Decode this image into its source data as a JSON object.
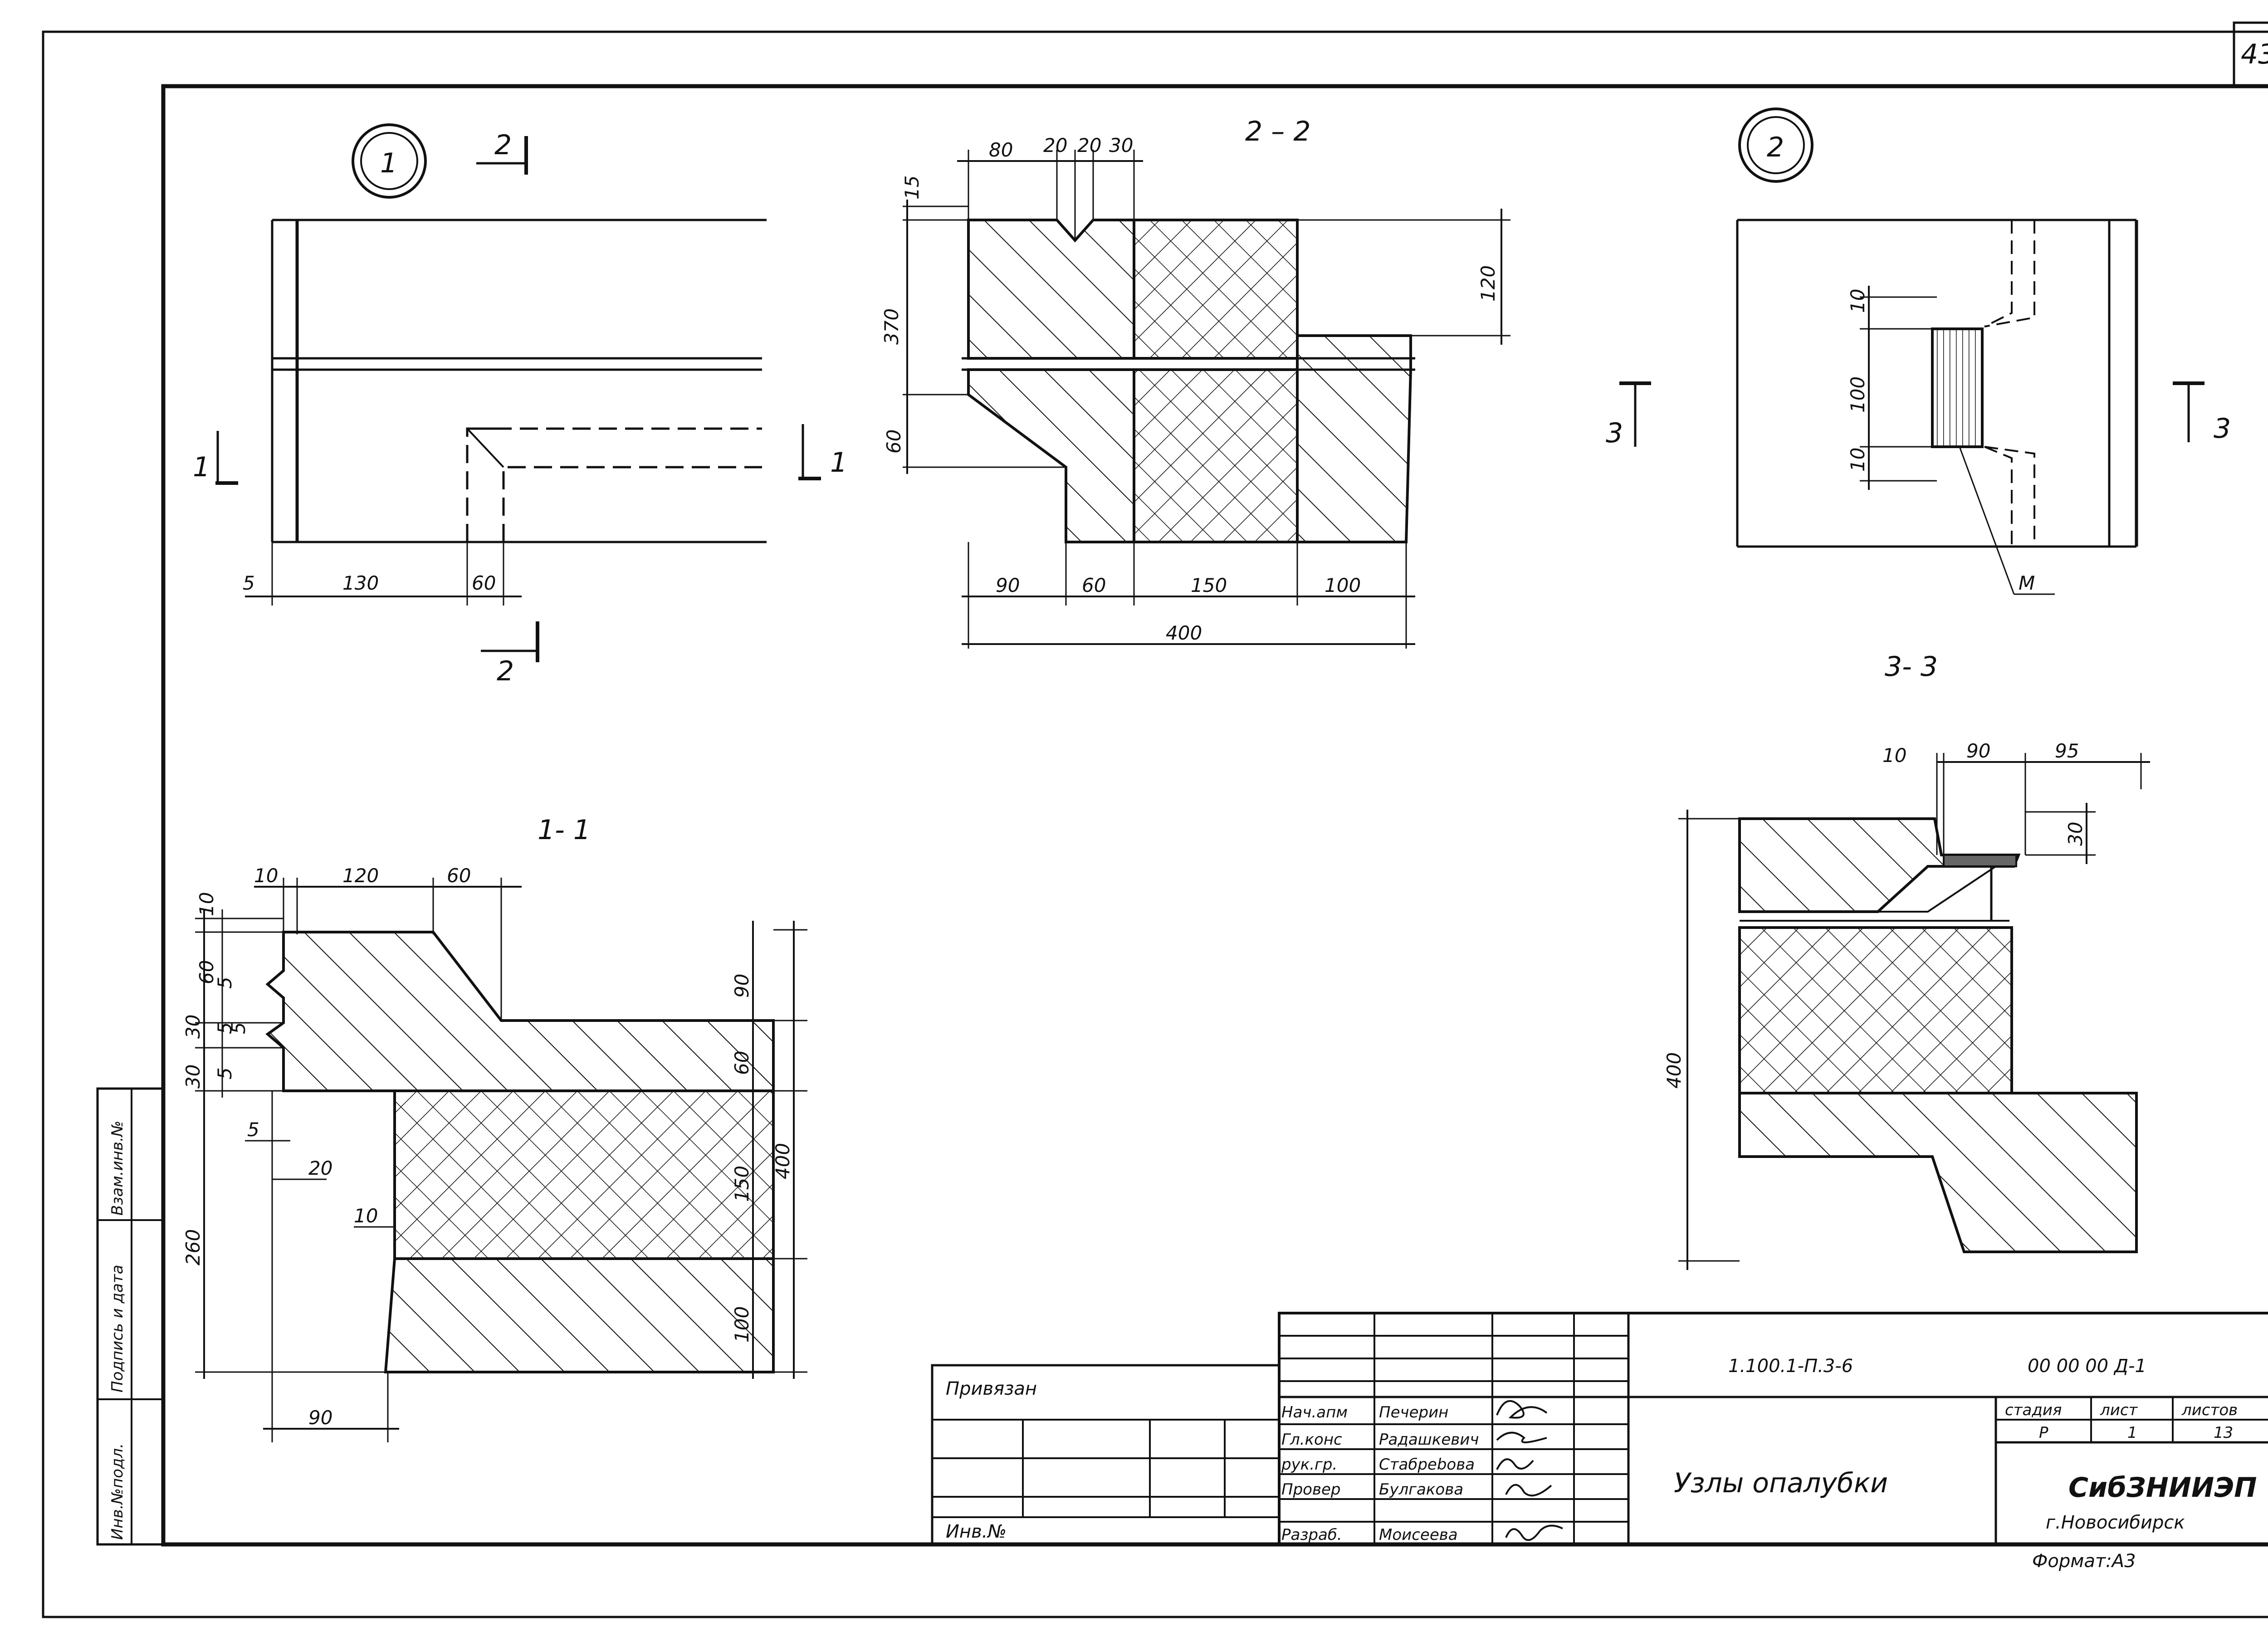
{
  "sheet_number": "43",
  "sections": {
    "node1": {
      "label": "1",
      "cut_2_top": "2",
      "cut_2_bottom": "2",
      "cut_1_left": "1",
      "cut_1_right": "1",
      "dims": [
        "5",
        "130",
        "60"
      ]
    },
    "section_2_2": {
      "title": "2 – 2",
      "top_dims": [
        "80",
        "20",
        "20",
        "30"
      ],
      "left_dims": [
        "15",
        "370",
        "60"
      ],
      "right_dim": "120",
      "bottom_dims": [
        "90",
        "60",
        "150",
        "100"
      ],
      "total_dim": "400"
    },
    "node2": {
      "label": "2",
      "cut_3_left": "3",
      "cut_3_right": "3",
      "dims": [
        "10",
        "100",
        "10"
      ],
      "leader": "М"
    },
    "section_1_1": {
      "title": "1- 1",
      "top_dims": [
        "10",
        "120",
        "60"
      ],
      "left_dims": [
        "10",
        "60",
        "5",
        "30",
        "5",
        "5",
        "30",
        "5"
      ],
      "right_dims": [
        "90",
        "60",
        "150",
        "100"
      ],
      "total_right": "400",
      "left_total": "260",
      "inner_dims": [
        "5",
        "20",
        "10"
      ],
      "bottom_dim": "90"
    },
    "section_3_3": {
      "title": "3- 3",
      "top_dims": [
        "10",
        "90",
        "95"
      ],
      "right_dim": "30",
      "left_total": "400"
    }
  },
  "side_stamp": [
    "Инв.№подл.",
    "Подпись и дата",
    "Взам.инв.№"
  ],
  "title_block": {
    "privyazan": "Привязан",
    "inv_no": "Инв.№",
    "doc_code": "1.100.1-П.3-6",
    "doc_number": "00 00 00 Д-1",
    "drawing_name": "Узлы опалубки",
    "org_name": "СибЗНИИЭП",
    "org_city": "г.Новосибирск",
    "format": "Формат:А3",
    "stage_header": "стадия",
    "sheet_header": "лист",
    "sheets_header": "листов",
    "stage_value": "Р",
    "sheet_value": "1",
    "sheets_value": "13",
    "people": [
      {
        "role": "Нач.апм",
        "name": "Печерин"
      },
      {
        "role": "Гл.конс",
        "name": "Радашкевич"
      },
      {
        "role": "рук.гр.",
        "name": "Стабреboва"
      },
      {
        "role": "Провер",
        "name": "Булгакова"
      },
      {
        "role": "Разраб.",
        "name": "Моисеева"
      }
    ]
  }
}
